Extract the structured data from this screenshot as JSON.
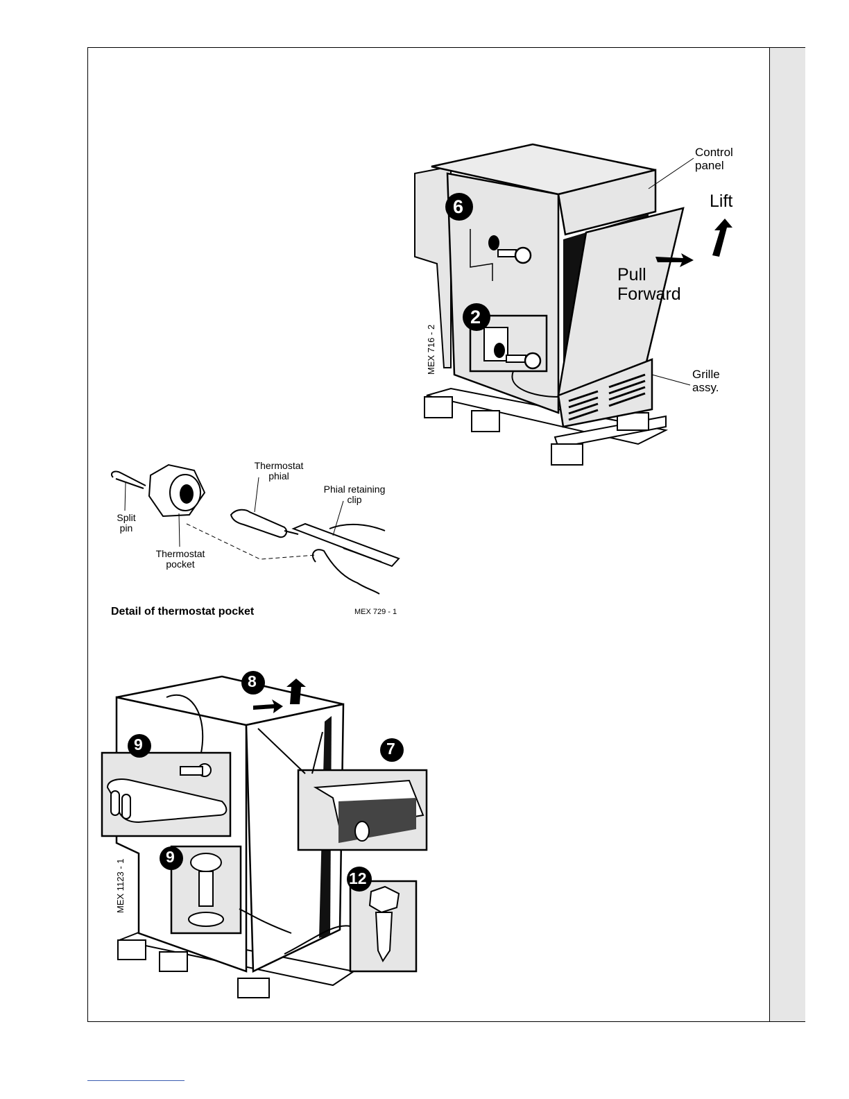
{
  "fig1": {
    "label_control_panel": "Control\npanel",
    "label_lift": "Lift",
    "label_pull_forward": "Pull\nForward",
    "label_grille": "Grille\nassy.",
    "callout_6": "6",
    "callout_2": "2",
    "ref": "MEX 716 - 2"
  },
  "fig2": {
    "label_thermostat_phial": "Thermostat\nphial",
    "label_phial_clip": "Phial retaining\nclip",
    "label_split_pin": "Split\npin",
    "label_thermostat_pocket": "Thermostat\npocket",
    "caption": "Detail of thermostat pocket",
    "ref": "MEX 729 - 1"
  },
  "fig3": {
    "callout_8": "8",
    "callout_9a": "9",
    "callout_7": "7",
    "callout_9b": "9",
    "callout_12": "12",
    "ref": "MEX 1123 - 1"
  }
}
